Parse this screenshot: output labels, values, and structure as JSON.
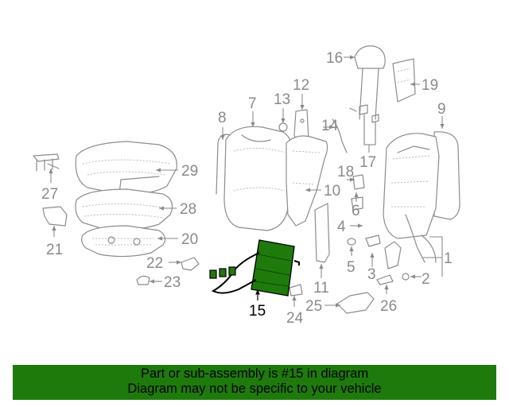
{
  "diagram": {
    "highlight_color": "#1f7a0c",
    "callouts": [
      "1",
      "2",
      "3",
      "4",
      "5",
      "6",
      "7",
      "8",
      "9",
      "10",
      "11",
      "12",
      "13",
      "14",
      "15",
      "16",
      "17",
      "18",
      "19",
      "20",
      "21",
      "22",
      "23",
      "24",
      "25",
      "26",
      "27",
      "28",
      "29"
    ],
    "highlighted_callout": "15"
  },
  "banner": {
    "line1": "Part or sub-assembly is #15 in diagram",
    "line2": "Diagram may not be specific to your vehicle",
    "background_color": "#1f7a0c"
  }
}
